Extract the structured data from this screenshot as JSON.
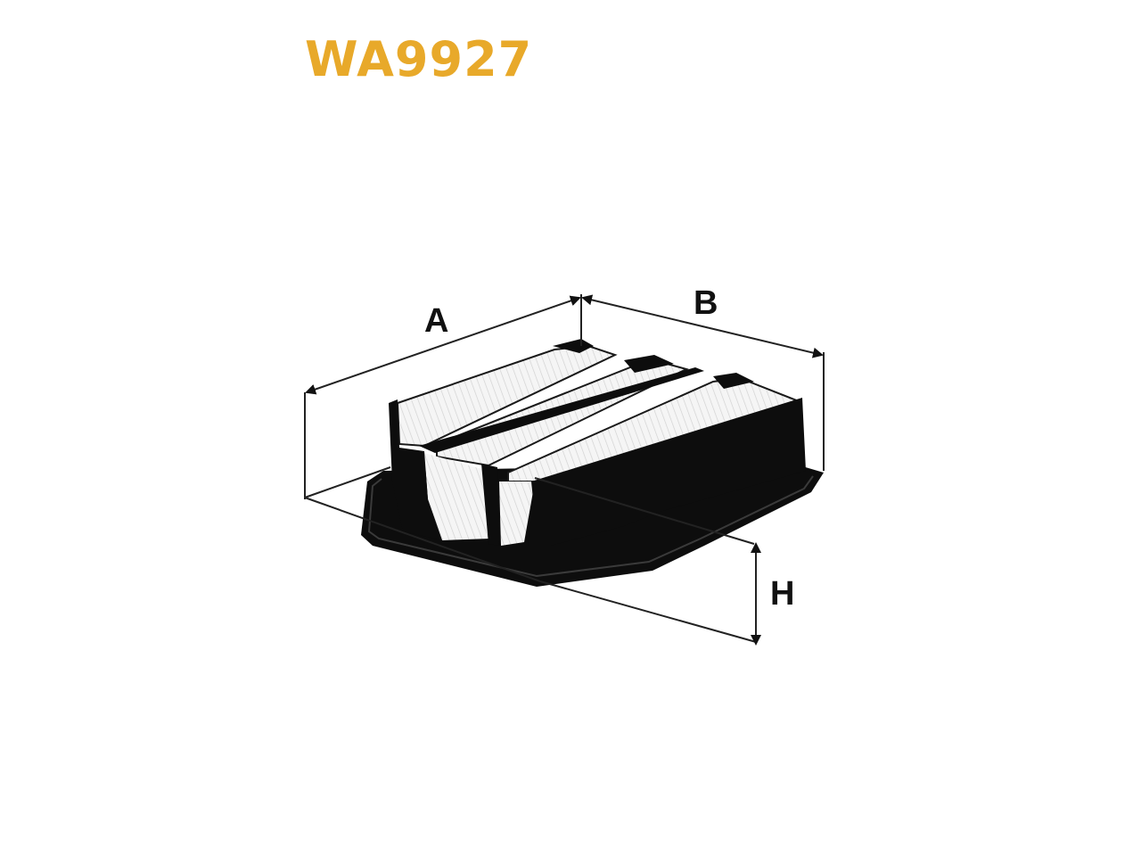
{
  "part_number": "WA9927",
  "brand_color": "#E8A92A",
  "dimension_labels": {
    "a": "A",
    "b": "B",
    "h": "H"
  },
  "colors": {
    "frame": "#0d0d0d",
    "media": "#f4f4f4",
    "pleat_line": "#cfcfcf",
    "dimension_line": "#222222"
  },
  "icons": {
    "arrowhead": "arrowhead-icon"
  }
}
